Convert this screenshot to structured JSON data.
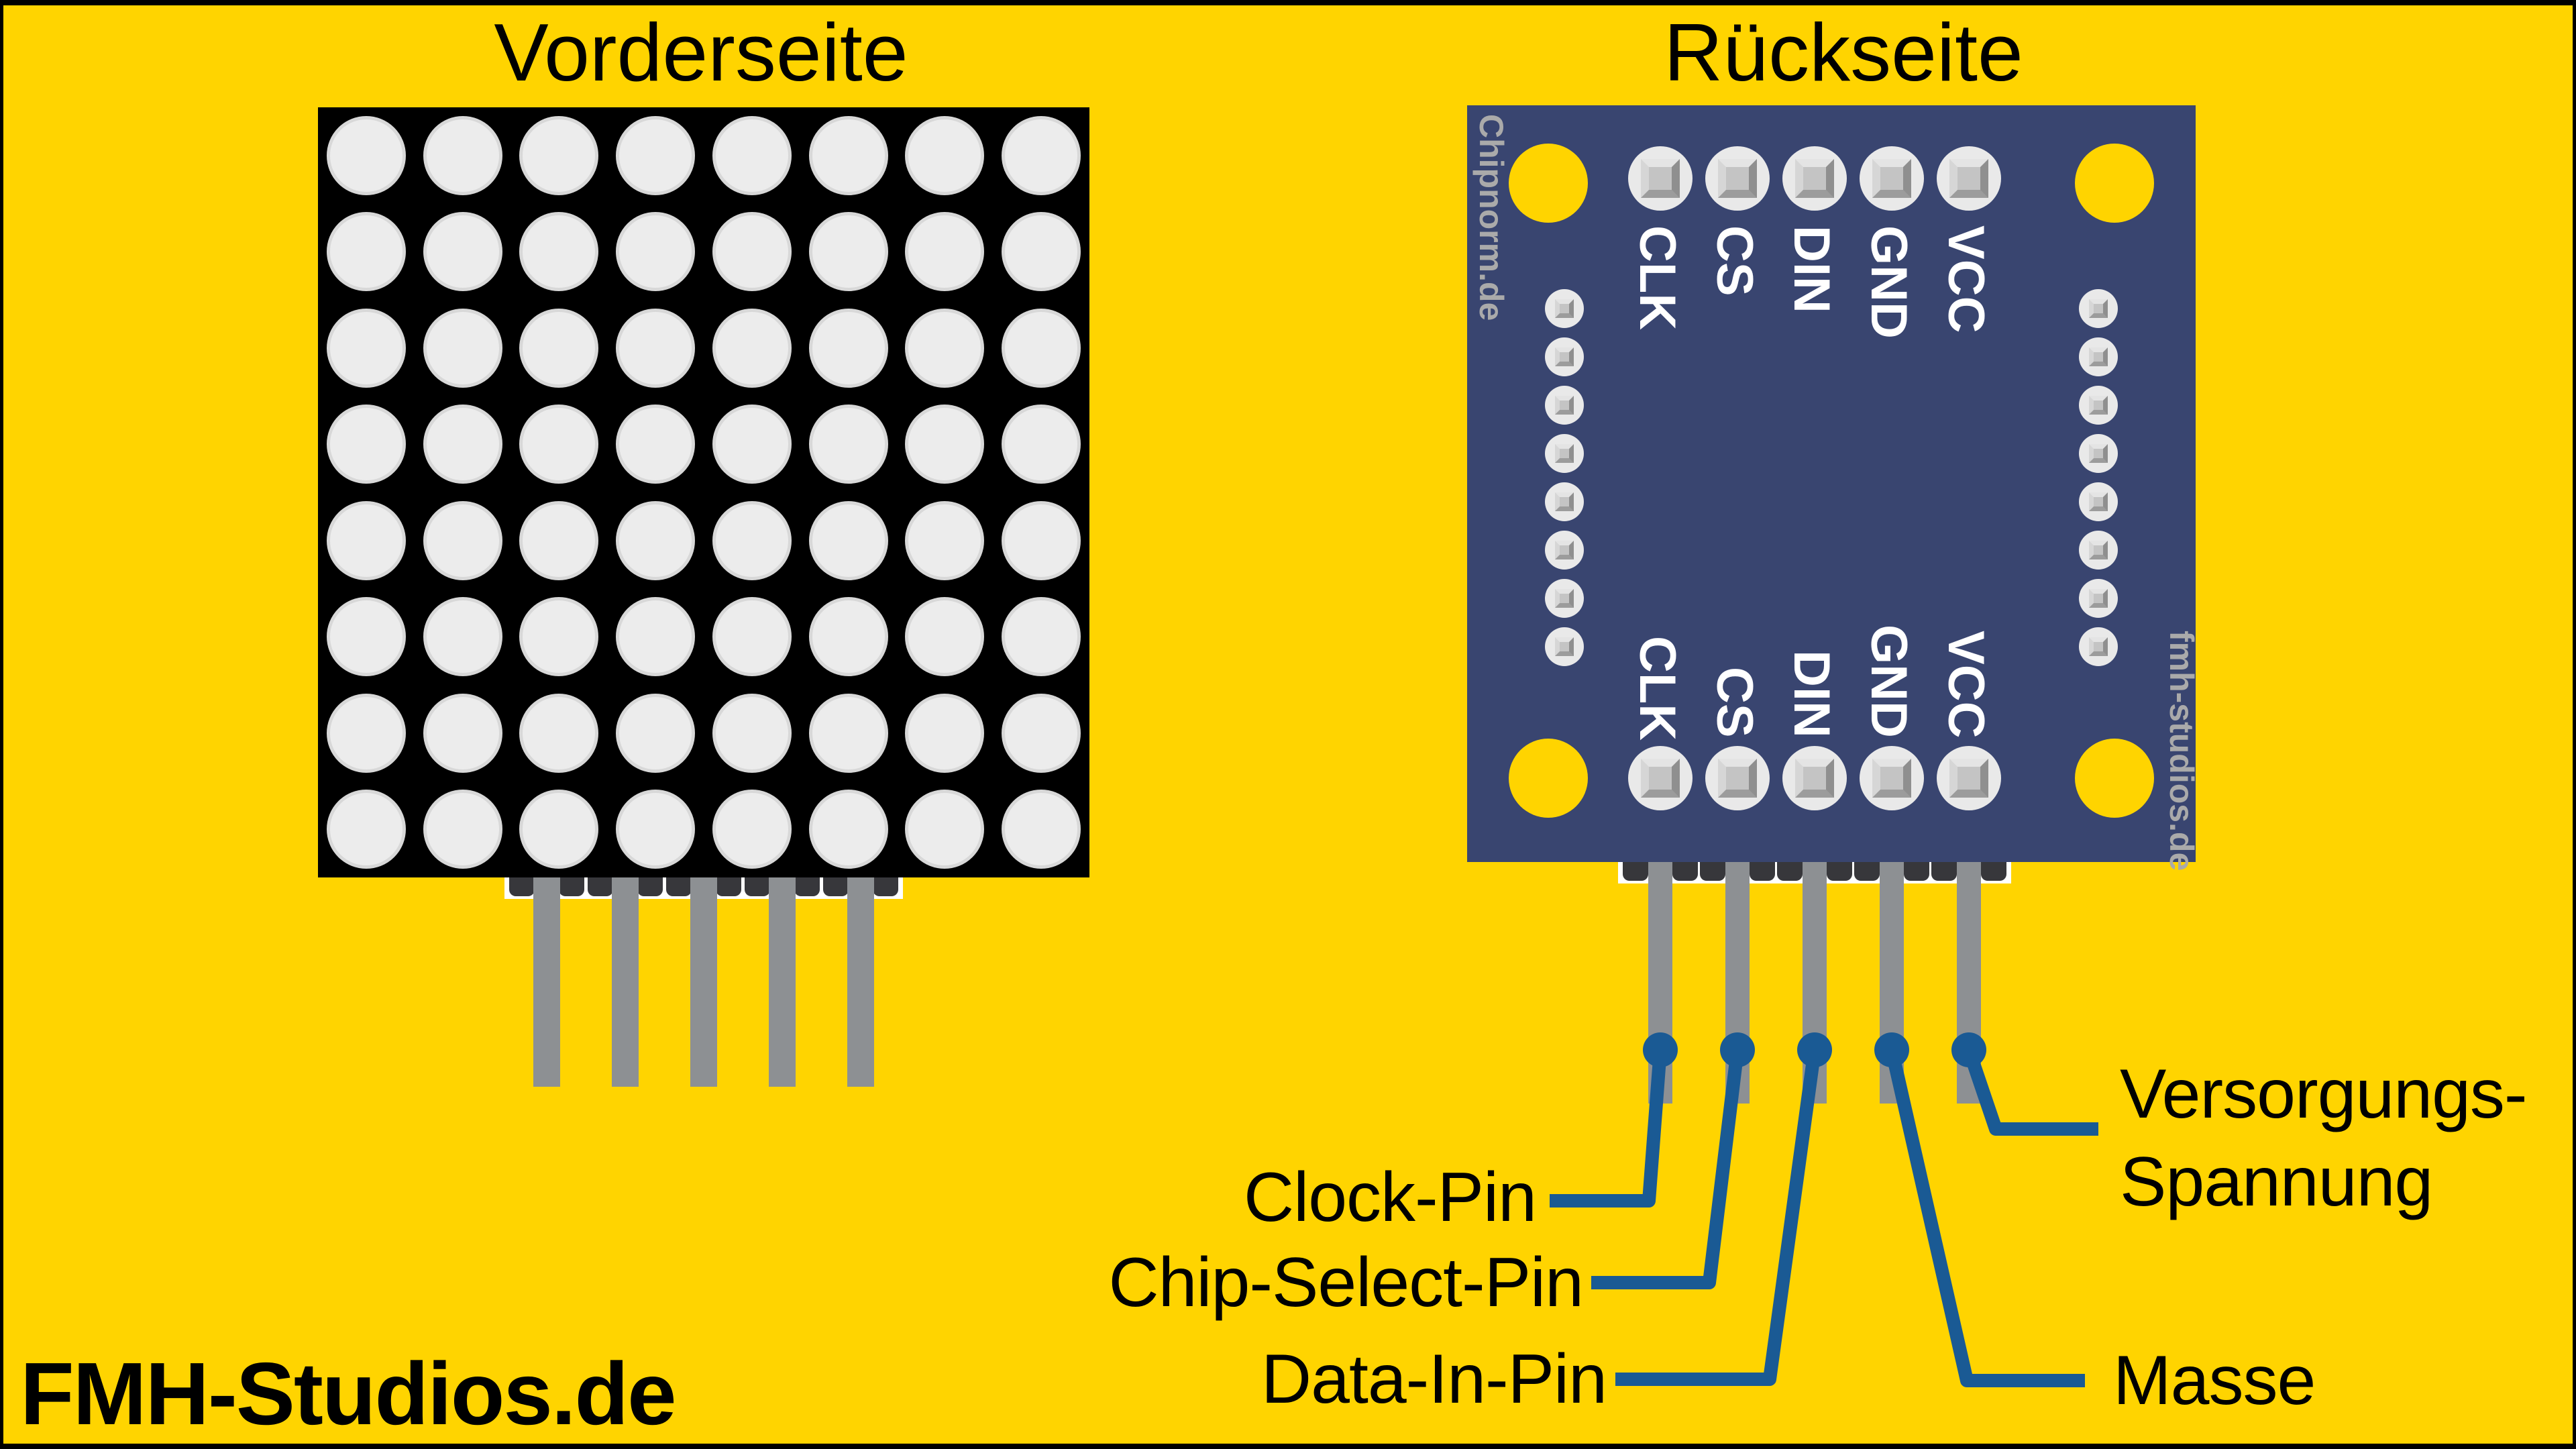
{
  "front": {
    "title": "Vorderseite",
    "led_grid": {
      "rows": 8,
      "cols": 8
    },
    "pin_count": 5
  },
  "back": {
    "title": "Rückseite",
    "silkscreen_top": [
      "CLK",
      "CS",
      "DIN",
      "GND",
      "VCC"
    ],
    "silkscreen_bottom": [
      "CLK",
      "CS",
      "DIN",
      "GND",
      "VCC"
    ],
    "side_text_left": "Chipnorm.de",
    "side_text_right": "fmh-studios.de",
    "mounting_hole_count": 4,
    "via_count_per_side": 8
  },
  "callouts": [
    {
      "name": "clock",
      "pin": "CLK",
      "label": "Clock-Pin"
    },
    {
      "name": "chip-select",
      "pin": "CS",
      "label": "Chip-Select-Pin"
    },
    {
      "name": "data-in",
      "pin": "DIN",
      "label": "Data-In-Pin"
    },
    {
      "name": "supply",
      "pin": "VCC",
      "label": "Versorgungs-\nSpannung"
    },
    {
      "name": "ground",
      "pin": "GND",
      "label": "Masse"
    }
  ],
  "branding": {
    "logo": "FMH-Studios.de"
  },
  "colors": {
    "background_yellow": "#FFD400",
    "pcb_navy": "#394570",
    "accent_blue": "#1A5A94",
    "pin_gray": "#8D9093",
    "led_gray": "#ECECEC",
    "matrix_black": "#000000"
  }
}
